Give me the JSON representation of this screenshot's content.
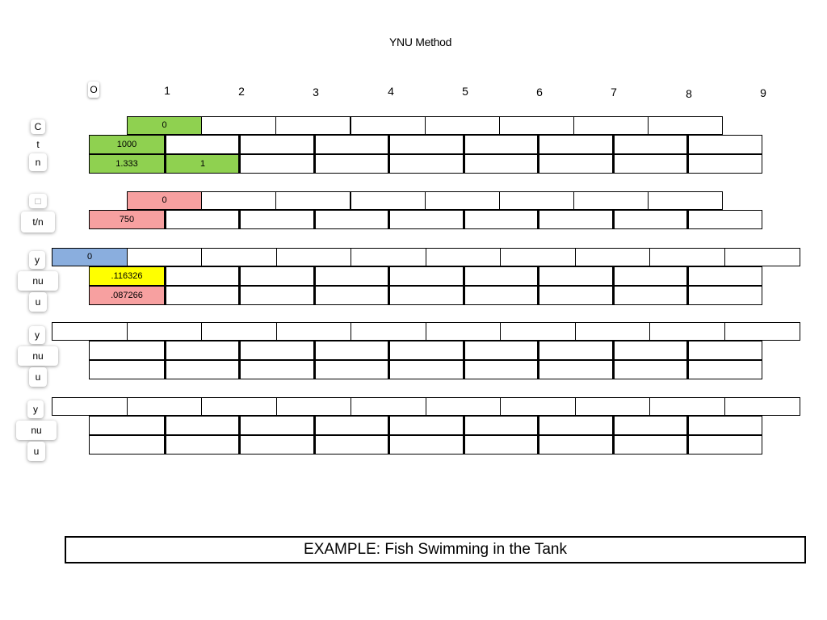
{
  "title": "YNU Method",
  "column_numbers": [
    "O",
    "1",
    "2",
    "3",
    "4",
    "5",
    "6",
    "7",
    "8",
    "9"
  ],
  "row_labels": {
    "block1": [
      "C",
      "t",
      "n"
    ],
    "block2": [
      "□",
      "t/n"
    ],
    "block3": [
      "y",
      "nu",
      "u"
    ],
    "block4": [
      "y",
      "nu",
      "u"
    ],
    "block5": [
      "y",
      "nu",
      "u"
    ]
  },
  "values": {
    "C0": "0",
    "t1000": "1000",
    "n1333": "1.333",
    "n1": "1",
    "box0": "0",
    "tn750": "750",
    "y0": "0",
    "nu": ".116326",
    "u": ".087266"
  },
  "colors": {
    "green": "#8fd150",
    "pink": "#f7a0a0",
    "blue": "#8aaede",
    "yellow": "#ffff00"
  },
  "example_text": "EXAMPLE:   Fish Swimming in the Tank"
}
